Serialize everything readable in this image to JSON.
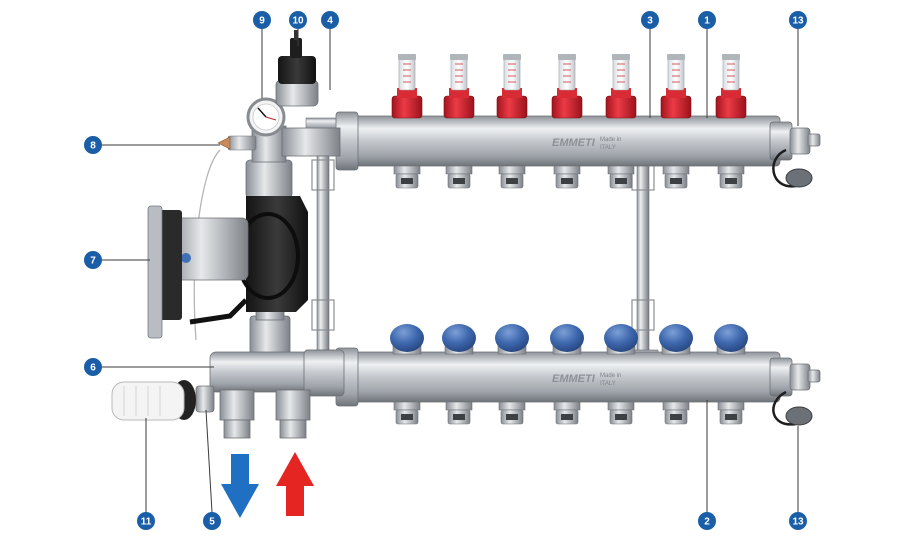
{
  "diagram": {
    "brand_text": "EMMETI",
    "origin_text": [
      "Made in",
      "ITALY"
    ],
    "colors": {
      "callout": "#1a5ea8",
      "supply_arrow": "#1f6fc2",
      "return_arrow": "#e52521",
      "flowmeter_cap": "#d92b36",
      "valve_cap": "#3f6fb5",
      "pump_body": "#2b2b2b",
      "steel": "#c9ccd0"
    },
    "callouts": [
      {
        "label": "1"
      },
      {
        "label": "2"
      },
      {
        "label": "3"
      },
      {
        "label": "4"
      },
      {
        "label": "5"
      },
      {
        "label": "6"
      },
      {
        "label": "7"
      },
      {
        "label": "8"
      },
      {
        "label": "9"
      },
      {
        "label": "10"
      },
      {
        "label": "11"
      },
      {
        "label": "13"
      },
      {
        "label": "13"
      }
    ],
    "flow_arrows": [
      {
        "direction": "down",
        "color": "#1f6fc2"
      },
      {
        "direction": "up",
        "color": "#e52521"
      }
    ]
  }
}
